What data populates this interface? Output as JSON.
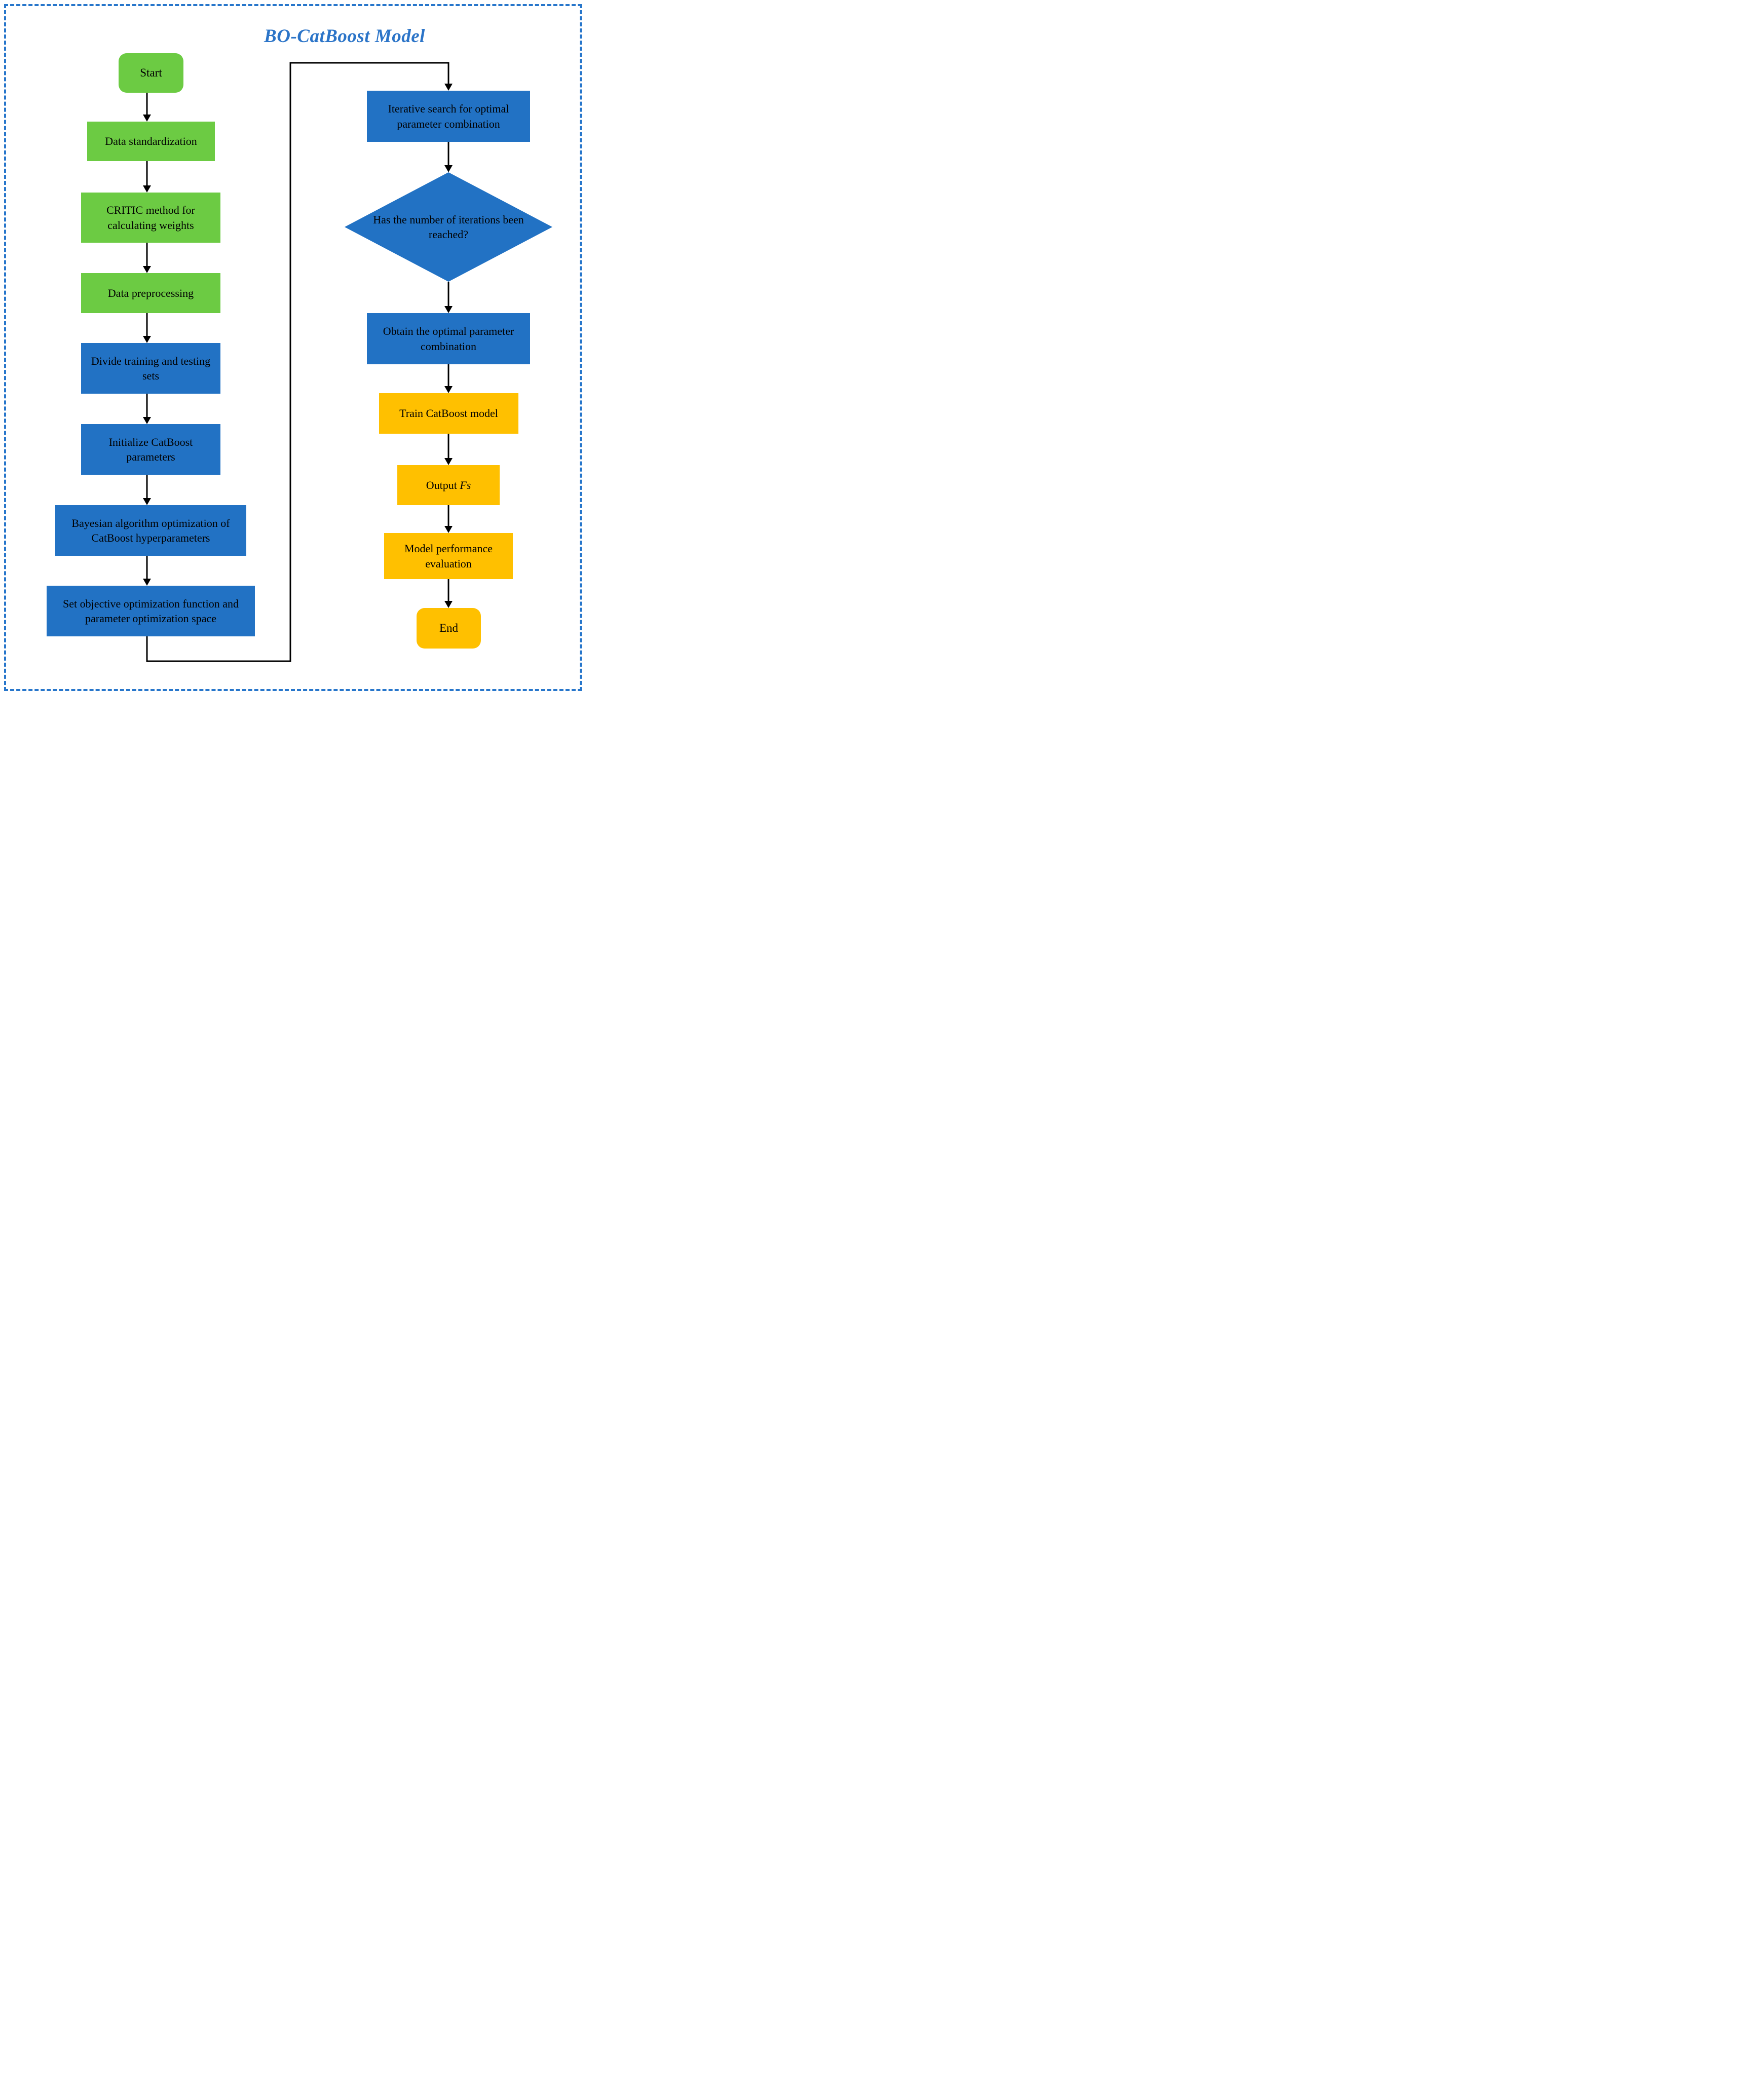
{
  "title": "BO-CatBoost Model",
  "colors": {
    "process_green": "#6CCB43",
    "process_blue": "#2272C4",
    "process_yellow": "#FFC000",
    "title_blue": "#2B74C8",
    "border_blue": "#2776CB",
    "arrow_black": "#000000"
  },
  "nodes": {
    "start": {
      "label": "Start",
      "shape": "rounded-rect",
      "fill": "green"
    },
    "data_standardization": {
      "label": "Data standardization",
      "shape": "rect",
      "fill": "green"
    },
    "critic": {
      "label": "CRITIC method for calculating weights",
      "shape": "rect",
      "fill": "green"
    },
    "data_preprocessing": {
      "label": "Data preprocessing",
      "shape": "rect",
      "fill": "green"
    },
    "divide_sets": {
      "label": "Divide training and testing sets",
      "shape": "rect",
      "fill": "blue"
    },
    "initialize_params": {
      "label": "Initialize CatBoost parameters",
      "shape": "rect",
      "fill": "blue"
    },
    "bayesian_optimization": {
      "label": "Bayesian algorithm optimization of CatBoost hyperparameters",
      "shape": "rect",
      "fill": "blue"
    },
    "set_objective": {
      "label": "Set objective optimization function and parameter optimization space",
      "shape": "rect",
      "fill": "blue"
    },
    "iterative_search": {
      "label": "Iterative search for optimal parameter combination",
      "shape": "rect",
      "fill": "blue"
    },
    "iterations_decision": {
      "label": "Has the number of iterations been reached?",
      "shape": "diamond",
      "fill": "blue"
    },
    "obtain_optimal": {
      "label": "Obtain the optimal parameter combination",
      "shape": "rect",
      "fill": "blue"
    },
    "train_model": {
      "label": "Train CatBoost model",
      "shape": "rect",
      "fill": "yellow"
    },
    "output_fs": {
      "label_prefix": "Output ",
      "label_var": "Fs",
      "shape": "rect",
      "fill": "yellow"
    },
    "model_evaluation": {
      "label": "Model performance evaluation",
      "shape": "rect",
      "fill": "yellow"
    },
    "end": {
      "label": "End",
      "shape": "rounded-rect",
      "fill": "yellow"
    }
  },
  "edges": [
    {
      "from": "start",
      "to": "data_standardization"
    },
    {
      "from": "data_standardization",
      "to": "critic"
    },
    {
      "from": "critic",
      "to": "data_preprocessing"
    },
    {
      "from": "data_preprocessing",
      "to": "divide_sets"
    },
    {
      "from": "divide_sets",
      "to": "initialize_params"
    },
    {
      "from": "initialize_params",
      "to": "bayesian_optimization"
    },
    {
      "from": "bayesian_optimization",
      "to": "set_objective"
    },
    {
      "from": "set_objective",
      "to": "iterative_search"
    },
    {
      "from": "iterative_search",
      "to": "iterations_decision"
    },
    {
      "from": "iterations_decision",
      "to": "obtain_optimal"
    },
    {
      "from": "obtain_optimal",
      "to": "train_model"
    },
    {
      "from": "train_model",
      "to": "output_fs"
    },
    {
      "from": "output_fs",
      "to": "model_evaluation"
    },
    {
      "from": "model_evaluation",
      "to": "end"
    }
  ]
}
